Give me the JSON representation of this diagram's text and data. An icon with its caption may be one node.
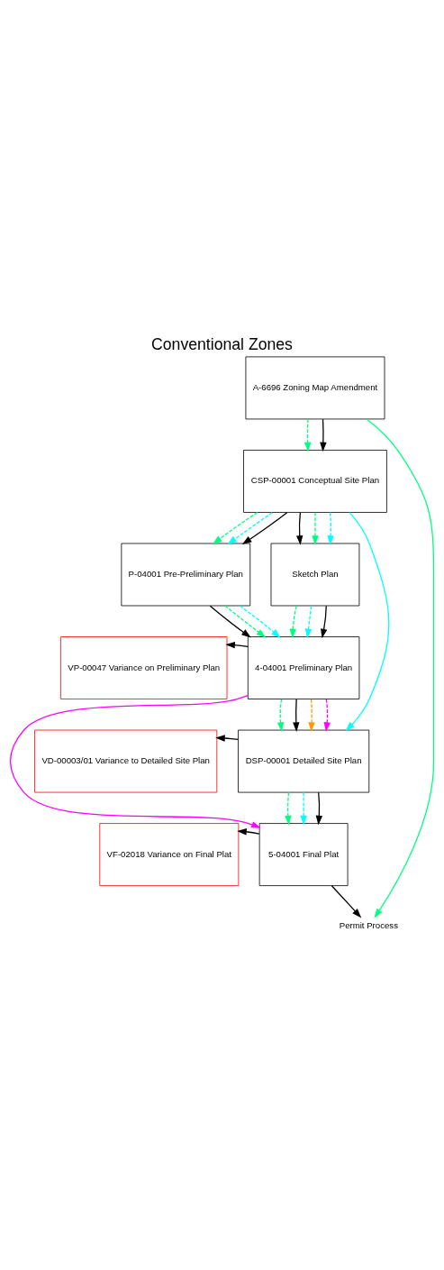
{
  "diagram": {
    "title": "Conventional Zones",
    "nodes": [
      {
        "text": [
          "A-6696 Zoning Map Amendment"
        ]
      },
      {
        "text": [
          "CSP-00001 Conceptual Site Plan"
        ]
      },
      {
        "text": [
          "Sketch Plan"
        ]
      },
      {
        "text": [
          "P-04001 Pre-Preliminary Plan"
        ]
      },
      {
        "text": [
          "VP-00047 Variance on Preliminary Plan"
        ]
      },
      {
        "text": [
          "4-04001 Preliminary Plan"
        ]
      },
      {
        "text": [
          "VD-00003/01 Variance to Detailed Site Plan"
        ]
      },
      {
        "text": [
          "DSP-00001 Detailed Site Plan"
        ]
      },
      {
        "text": [
          "VF-02018 Variance on Final Plat"
        ]
      },
      {
        "text": [
          "5-04001 Final Plat"
        ]
      },
      {
        "text": [
          "Permit Process"
        ]
      }
    ],
    "edges": [
      {
        "from": 0,
        "to": 1,
        "arrow": "to",
        "style": "dashed",
        "color": "#00ff80"
      },
      {
        "from": 0,
        "to": 1,
        "arrow": "to"
      },
      {
        "from": 0,
        "to": 10,
        "arrow": "to",
        "color": "#00ff80"
      },
      {
        "from": 1,
        "to": 2,
        "arrow": "to"
      },
      {
        "from": 1,
        "to": 2,
        "arrow": "to",
        "style": "dashed",
        "color": "#00ff80"
      },
      {
        "from": 1,
        "to": 2,
        "arrow": "to",
        "style": "dashed",
        "color": "#00ffff"
      },
      {
        "from": 1,
        "to": 3,
        "arrow": "to",
        "style": "dashed",
        "color": "#00ff80"
      },
      {
        "from": 1,
        "to": 3,
        "arrow": "to",
        "style": "dashed",
        "color": "#00ffff"
      },
      {
        "from": 1,
        "to": 3,
        "arrow": "to"
      },
      {
        "from": 1,
        "to": 7,
        "arrow": "to",
        "color": "#00ffff"
      },
      {
        "from": 2,
        "to": 5,
        "arrow": "to",
        "style": "dashed",
        "color": "#00ff80"
      },
      {
        "from": 2,
        "to": 5,
        "arrow": "to",
        "style": "dashed",
        "color": "#00ffff"
      },
      {
        "from": 2,
        "to": 5,
        "arrow": "to"
      },
      {
        "from": 3,
        "to": 5,
        "arrow": "to"
      },
      {
        "from": 3,
        "to": 5,
        "arrow": "to",
        "style": "dashed",
        "color": "#00ff80"
      },
      {
        "from": 3,
        "to": 5,
        "arrow": "to",
        "style": "dashed",
        "color": "#00ffff"
      },
      {
        "from": 5,
        "to": 4,
        "arrow": "to"
      },
      {
        "from": 5,
        "to": 7,
        "arrow": "to",
        "style": "dashed",
        "color": "#00ff80"
      },
      {
        "from": 5,
        "to": 7,
        "arrow": "to"
      },
      {
        "from": 5,
        "to": 7,
        "arrow": "to",
        "style": "dashed",
        "color": "#ff9900"
      },
      {
        "from": 5,
        "to": 7,
        "arrow": "to",
        "style": "dashed",
        "color": "#ff00ff"
      },
      {
        "from": 5,
        "to": 9,
        "arrow": "to",
        "color": "#ff00ff"
      },
      {
        "from": 7,
        "to": 6,
        "arrow": "to"
      },
      {
        "from": 7,
        "to": 9,
        "arrow": "to",
        "style": "dashed",
        "color": "#00ff80"
      },
      {
        "from": 7,
        "to": 9,
        "arrow": "to",
        "style": "dashed",
        "color": "#00ffff"
      },
      {
        "from": 7,
        "to": 9,
        "arrow": "to"
      },
      {
        "from": 9,
        "to": 8,
        "arrow": "to"
      },
      {
        "from": 9,
        "to": 10,
        "arrow": "to"
      }
    ]
  }
}
